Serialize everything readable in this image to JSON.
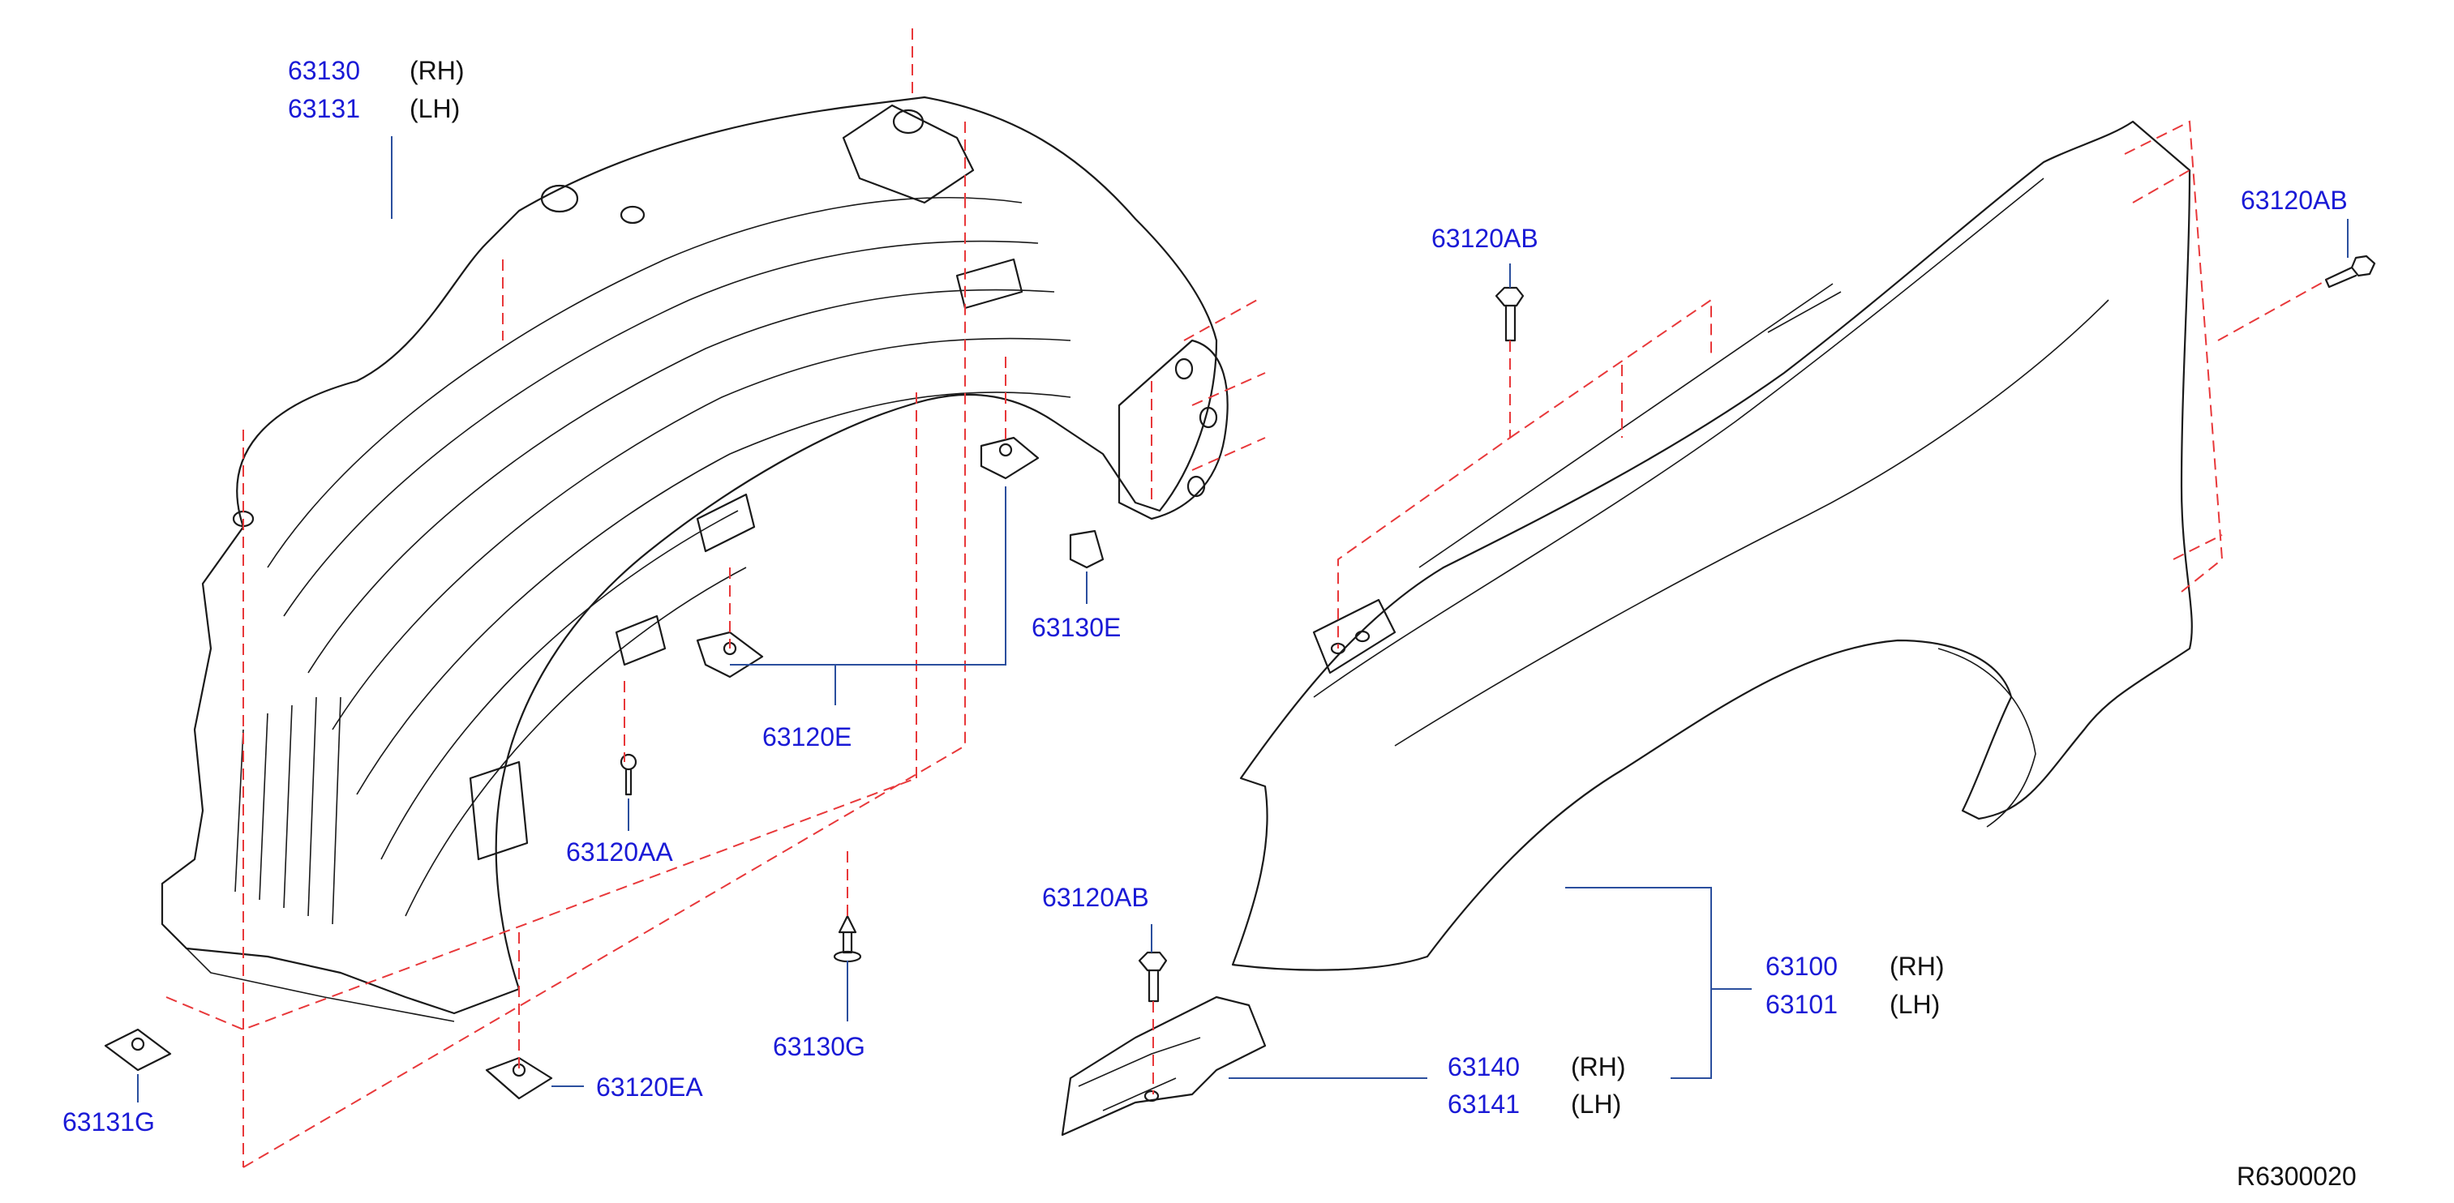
{
  "colors": {
    "part_number": "#1a1ad6",
    "leader": "#2b4f9e",
    "phantom": "#e8383a",
    "line": "#1a1a1a"
  },
  "callouts": {
    "liner_rh": {
      "part": "63130",
      "side": "(RH)"
    },
    "liner_lh": {
      "part": "63131",
      "side": "(LH)"
    },
    "clip_63120e": "63120E",
    "clip_63130e": "63130E",
    "screw_63120aa": "63120AA",
    "clip_63131g": "63131G",
    "clip_63120ea": "63120EA",
    "rivet_63130g": "63130G",
    "bolt_63120ab_top": "63120AB",
    "bolt_63120ab_right": "63120AB",
    "bolt_63120ab_bottom": "63120AB",
    "fender_rh": {
      "part": "63100",
      "side": "(RH)"
    },
    "fender_lh": {
      "part": "63101",
      "side": "(LH)"
    },
    "bracket_rh": {
      "part": "63140",
      "side": "(RH)"
    },
    "bracket_lh": {
      "part": "63141",
      "side": "(LH)"
    }
  },
  "reference_code": "R6300020"
}
